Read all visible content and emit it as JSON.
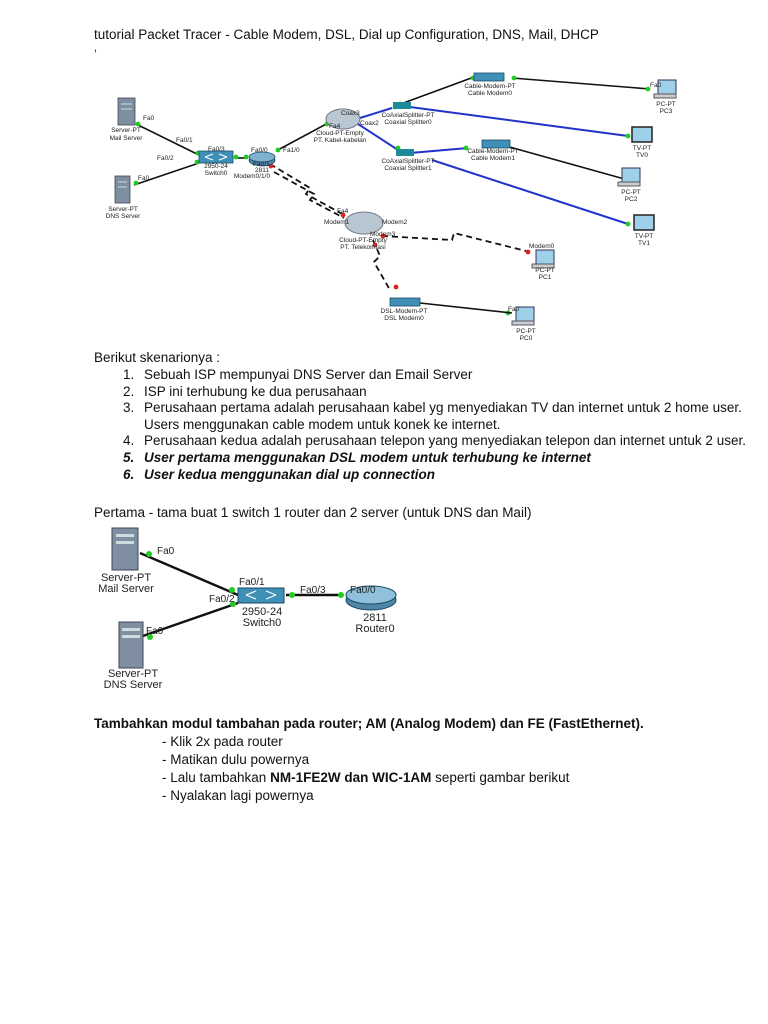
{
  "title": "tutorial Packet Tracer - Cable Modem, DSL, Dial up Configuration, DNS, Mail, DHCP",
  "tick": ",",
  "topology": {
    "mail_server": [
      "Server-PT",
      "Mail Server"
    ],
    "dns_server": [
      "Server-PT",
      "DNS Server"
    ],
    "switch": [
      "2950-24",
      "Switch0"
    ],
    "router_labels": [
      "2811",
      "Modem0/1/0"
    ],
    "cloud_cable": [
      "Cloud-PT-Empty",
      "PT. Kabel-kabelan"
    ],
    "cloud_tel": [
      "Cloud-PT-Empty",
      "PT. Telekomtasi"
    ],
    "splitter0": [
      "CoAxialSplitter-PT",
      "Coaxial Splitter0"
    ],
    "splitter1": [
      "CoAxialSplitter-PT",
      "Coaxial Splitter1"
    ],
    "cable_modem0": [
      "Cable-Modem-PT",
      "Cable Modem0"
    ],
    "cable_modem1": [
      "Cable-Modem-PT",
      "Cable Modem1"
    ],
    "dsl_modem": [
      "DSL-Modem-PT",
      "DSL Modem0"
    ],
    "pc3": [
      "PC-PT",
      "PC3"
    ],
    "tv0": [
      "TV-PT",
      "TV0"
    ],
    "pc2": [
      "PC-PT",
      "PC2"
    ],
    "tv1": [
      "TV-PT",
      "TV1"
    ],
    "pc1": [
      "PC-PT",
      "PC1"
    ],
    "pc0": [
      "PC-PT",
      "PC0"
    ],
    "ports": {
      "fa0": "Fa0",
      "fa01": "Fa0/1",
      "fa02": "Fa0/2",
      "fa03": "Fa0/3",
      "fa00": "Fa0/0",
      "fa10": "Fa1/0",
      "fa4": "Fa4",
      "coax3": "Coax3",
      "coax2": "Coax2",
      "modem0": "Modem0",
      "modem1": "Modem1",
      "modem2": "Modem2",
      "modem3": "Modem3"
    }
  },
  "scenario": {
    "intro": "Berikut skenarionya :",
    "items": [
      "Sebuah ISP mempunyai DNS Server dan Email Server",
      "ISP ini terhubung ke dua perusahaan",
      "Perusahaan pertama adalah perusahaan kabel yg menyediakan TV dan internet untuk 2 home user. Users menggunakan cable modem untuk konek ke internet.",
      "Perusahaan kedua adalah perusahaan telepon yang menyediakan telepon dan internet untuk 2 user.",
      "User pertama menggunakan DSL modem untuk terhubung  ke internet",
      "User kedua menggunakan dial up connection"
    ]
  },
  "first_step": "Pertama - tama buat 1 switch 1 router dan 2 server (untuk DNS dan Mail)",
  "small_topology": {
    "mail": [
      "Server-PT",
      "Mail Server"
    ],
    "dns": [
      "Server-PT",
      "DNS Server"
    ],
    "switch": [
      "2950-24",
      "Switch0"
    ],
    "router": [
      "2811",
      "Router0"
    ],
    "ports": {
      "fa0a": "Fa0",
      "fa0b": "Fa0",
      "fa01": "Fa0/1",
      "fa02": "Fa0/2",
      "fa03": "Fa0/3",
      "fa00": "Fa0/0"
    }
  },
  "module_heading": "Tambahkan modul tambahan pada router; AM (Analog Modem) dan FE (FastEthernet).",
  "steps": [
    "- Klik 2x pada router",
    "- Matikan dulu powernya",
    "- Lalu tambahkan ",
    "NM-1FE2W dan WIC-1AM",
    " seperti gambar berikut",
    "- Nyalakan lagi powernya"
  ],
  "colors": {
    "ethernet": "#111111",
    "coax": "#2233cc",
    "phone": "#111111",
    "link_up": "#22cc22",
    "link_down": "#dd2222"
  }
}
